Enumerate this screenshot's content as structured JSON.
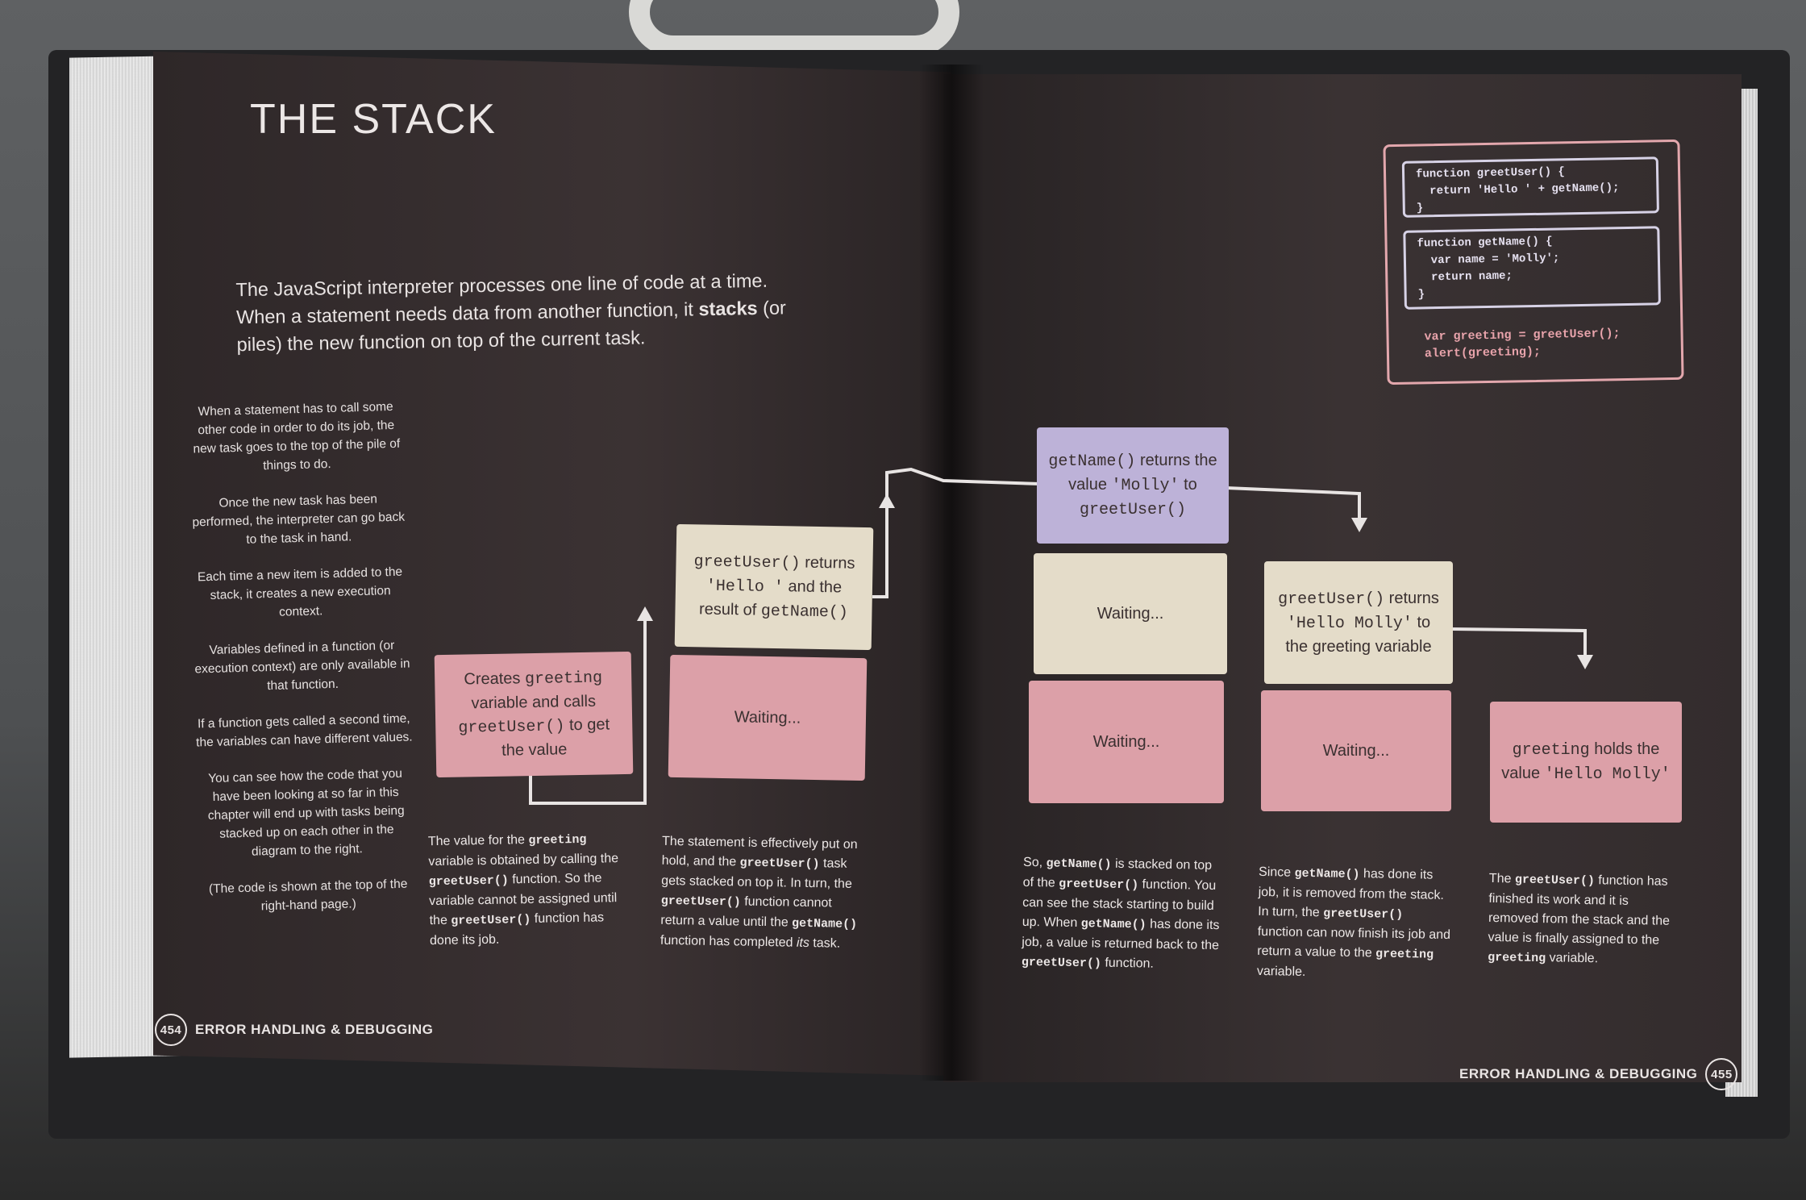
{
  "left_page": {
    "title": "THE STACK",
    "intro_part1": "The JavaScript interpreter processes one line of code at a time. When a statement needs data from another function, it ",
    "intro_bold": "stacks",
    "intro_part2": " (or piles) the new function on top of the current task.",
    "side_notes": [
      "When a statement has to call some other code in order to do its job, the new task goes to the top of the pile of things to do.",
      "Once the new task has been performed, the interpreter can go back to the task in hand.",
      "Each time a new item is added to the stack, it creates a new execution context.",
      "Variables defined in a function (or execution context) are only available in that function.",
      "If a function gets called a second time, the variables can have different values.",
      "You can see how the code that you have been looking at so far in this chapter will end up with tasks being stacked up on each other in the diagram to the right.",
      "(The code is shown at the top of the right-hand page.)"
    ],
    "footer_page": "454",
    "footer_label": "ERROR HANDLING & DEBUGGING"
  },
  "right_page": {
    "footer_page": "455",
    "footer_label": "ERROR HANDLING & DEBUGGING"
  },
  "code": {
    "box1": "function greetUser() {\n  return 'Hello ' + getName();\n}",
    "box2": "function getName() {\n  var name = 'Molly';\n  return name;\n}",
    "tail": "var greeting = greetUser();\nalert(greeting);"
  },
  "diagram": {
    "step1": {
      "box_a": "Creates ",
      "box_a_mono": "greeting",
      "box_b": " variable and calls ",
      "box_b_mono": "greetUser()",
      "box_c": " to get the value"
    },
    "step2": {
      "top_mono1": "greetUser()",
      "top_a": " returns ",
      "top_mono2": "'Hello '",
      "top_b": " and the result of ",
      "top_mono3": "getName()",
      "bottom": "Waiting..."
    },
    "step3": {
      "top_mono1": "getName()",
      "top_a": " returns the value ",
      "top_mono2": "'Molly'",
      "top_b": " to ",
      "top_mono3": "greetUser()",
      "middle": "Waiting...",
      "bottom": "Waiting..."
    },
    "step4": {
      "top_mono1": "greetUser()",
      "top_a": " returns ",
      "top_mono2": "'Hello Molly'",
      "top_b": " to the greeting variable",
      "bottom": "Waiting..."
    },
    "step5": {
      "mono1": "greeting",
      "a": " holds the value ",
      "mono2": "'Hello Molly'"
    }
  },
  "captions": {
    "c1": [
      "The value for the ",
      "greeting",
      " variable is obtained by calling the ",
      "greetUser()",
      " function. So the variable cannot be assigned until the ",
      "greetUser()",
      " function has done its job."
    ],
    "c2": [
      "The statement is effectively put on hold, and the ",
      "greetUser()",
      " task gets stacked on top it. In turn, the ",
      "greetUser()",
      " function cannot return a value until the ",
      "getName()",
      " function has completed ",
      "its",
      " task."
    ],
    "c3": [
      "So, ",
      "getName()",
      " is stacked on top of the ",
      "greetUser()",
      " function. You can see the stack starting to build up. When ",
      "getName()",
      " has done its job, a value is returned back to the ",
      "greetUser()",
      " function."
    ],
    "c4": [
      "Since ",
      "getName()",
      " has done its job, it is removed from the stack. In turn, the ",
      "greetUser()",
      " function can now finish its job and return a value to the ",
      "greeting",
      " variable."
    ],
    "c5": [
      "The ",
      "greetUser()",
      " function has finished its work and it is removed from the stack and the value is finally assigned to the ",
      "greeting",
      " variable."
    ]
  }
}
